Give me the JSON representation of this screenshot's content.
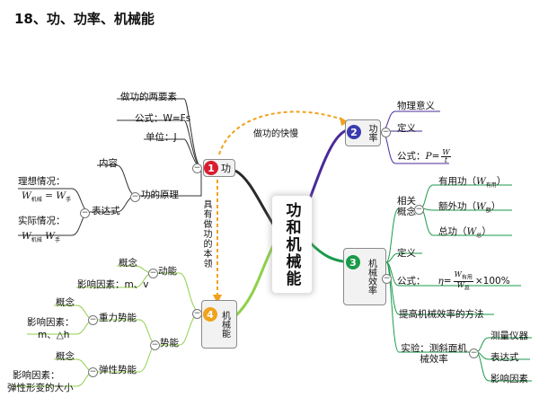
{
  "title": "18、功、功率、机械能",
  "center": "功和机械能",
  "branches": {
    "work": {
      "number": "1",
      "label": "功",
      "color": "#d81e30",
      "items": {
        "two_factors": "做功的两要素",
        "formula": "公式：W=Fs",
        "unit": "单位：J",
        "principle": "功的原理",
        "content": "内容",
        "expression": "表达式",
        "ideal": "理想情况：",
        "ideal_formula_lhs": "W",
        "ideal_formula_lhs_sub": "机械",
        "ideal_formula_rhs": "= W",
        "ideal_formula_rhs_sub": "手",
        "actual": "实际情况：",
        "actual_formula_lhs": "W",
        "actual_formula_lhs_sub": "机械",
        "actual_formula_rhs": "W",
        "actual_formula_rhs_sub": "手"
      }
    },
    "power": {
      "number": "2",
      "label": "功率",
      "color": "#3b3bb0",
      "items": {
        "meaning": "物理意义",
        "definition": "定义",
        "formula_prefix": "公式：",
        "formula_p": "P",
        "formula_eq": "=",
        "formula_num": "W",
        "formula_den": "t"
      }
    },
    "efficiency": {
      "number": "3",
      "label": "机械效率",
      "color": "#1a9a4a",
      "items": {
        "related": "相关概念",
        "useful": "有用功（",
        "useful_sym": "W",
        "useful_sub": "有用",
        "extra": "额外功（",
        "extra_sym": "W",
        "extra_sub": "额",
        "total": "总功（",
        "total_sym": "W",
        "total_sub": "总",
        "close": "）",
        "definition": "定义",
        "formula_prefix": "公式：",
        "eta": "η",
        "eq": "=",
        "num": "W",
        "num_sub": "有用",
        "den": "W",
        "den_sub": "总",
        "times": "×100%",
        "improve": "提高机械效率的方法",
        "experiment": "实验：测斜面机械效率",
        "instrument": "测量仪器",
        "expr": "表达式",
        "factors": "影响因素"
      }
    },
    "energy": {
      "number": "4",
      "label": "机械能",
      "color": "#f0a21c",
      "items": {
        "kinetic": "动能",
        "k_concept": "概念",
        "k_factors": "影响因素：m、v",
        "potential": "势能",
        "gravity": "重力势能",
        "g_concept": "概念",
        "g_factors_1": "影响因素：",
        "g_factors_2": "m、△h",
        "elastic": "弹性势能",
        "e_concept": "概念",
        "e_factors_1": "影响因素：",
        "e_factors_2": "弹性形变的大小"
      }
    }
  },
  "links": {
    "fast_slow": "做功的快慢",
    "capacity": "具有做功的本领"
  },
  "toggle_symbol": "−"
}
